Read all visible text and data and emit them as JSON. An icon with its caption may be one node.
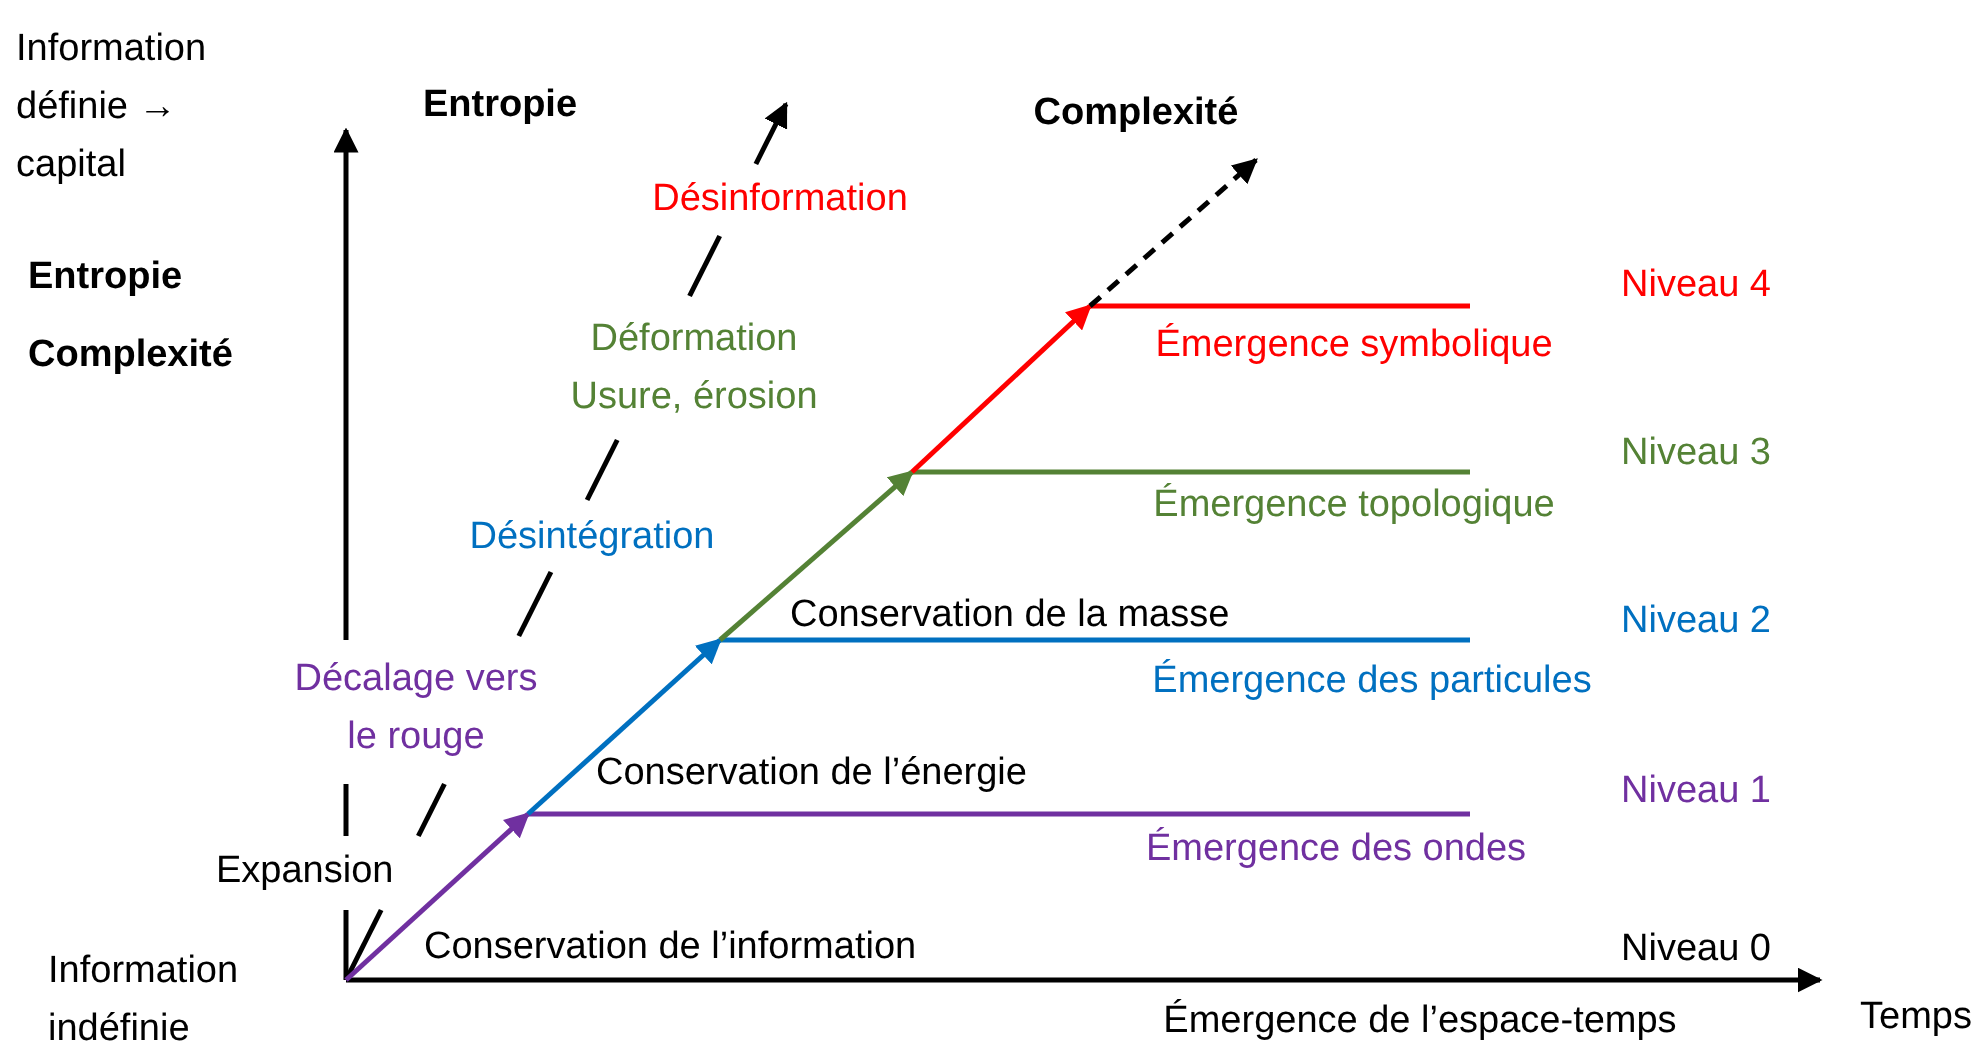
{
  "diagram": {
    "labels": [
      "Information définie → capital",
      "Entropie",
      "Complexité",
      "Désinformation",
      "Entropie",
      "Niveau 4",
      "Déformation Usure, érosion",
      "Complexité",
      "Émergence symbolique",
      "Niveau 3",
      "Émergence topologique",
      "Désintégration",
      "Conservation de la masse",
      "Niveau 2",
      "Décalage vers le rouge",
      "Émergence des particules",
      "Conservation de l’énergie",
      "Niveau 1",
      "Expansion",
      "Émergence des ondes",
      "Conservation de l’information",
      "Niveau 0",
      "Information indéfinie",
      "Émergence de l’espace-temps",
      "Temps"
    ]
  }
}
